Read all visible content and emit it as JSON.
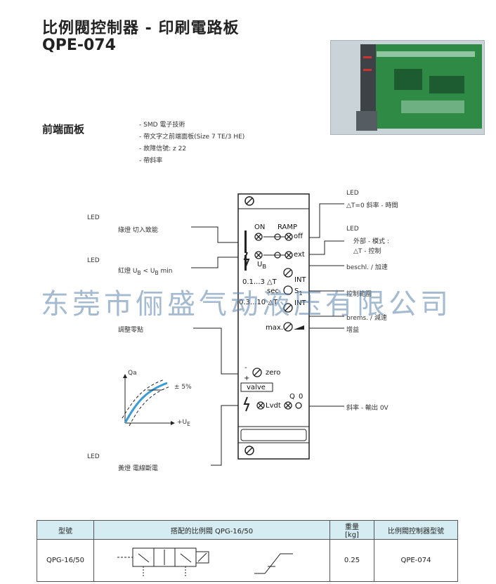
{
  "header": {
    "title": "比例閥控制器 - 印刷電路板",
    "model": "QPE-074"
  },
  "front_panel": {
    "title": "前端面板",
    "features": [
      "- SMD 電子技術",
      "- 帶文字之前端面板(Size 7 TE/3 HE)",
      "- 故障信號: z 22",
      "- 帶斜率"
    ]
  },
  "left_labels": {
    "led1": "LED",
    "led1_desc": "綠燈    切入致能",
    "led2": "LED",
    "led2_desc": "紅燈       U",
    "led2_ub": "B",
    "led2_lt": "<",
    "led2_u": "U",
    "led2_min": "min",
    "adjust_zero": "調整零點",
    "led3": "LED",
    "led3_desc": "黃燈    電線斷電"
  },
  "right_labels": {
    "led_top": "LED",
    "ramp_zero": "△T=0  斜率 - 時間",
    "led_mid": "LED",
    "mode": "外部 - 模式 :",
    "mode2": "△T - 控制",
    "accel": "beschl. / 加速",
    "range": "控制範圍",
    "decel": "brems. / 減速",
    "gain": "增益",
    "ramp_out": "斜率 - 輸出 0V"
  },
  "panel": {
    "on": "ON",
    "ramp": "RAMP",
    "off": "off",
    "ext": "ext",
    "ub": "U",
    "ub_sub": "B",
    "int1": "INT",
    "range1": "0.1...3 △T",
    "sec": "sec",
    "s1": "S",
    "s1_sub": "1",
    "range2": "0.3...10 △T",
    "int2": "INT",
    "max": "max.",
    "zero": "zero",
    "valve": "valve",
    "q": "Q",
    "zero_out": "0",
    "lvdt": "Lvdt",
    "plus": "+",
    "minus": "-"
  },
  "graph": {
    "ylabel": "Qa",
    "xlabel": "+U",
    "xlabel_sub": "E",
    "tolerance": "± 5%"
  },
  "watermark": "东莞市俪盛气动液压有限公司",
  "table": {
    "headers": {
      "model": "型號",
      "valve": "搭配的比例閥  QPG-16/50",
      "weight": "重量",
      "weight_unit": "[kg]",
      "controller": "比例閥控制器型號"
    },
    "rows": [
      {
        "model": "QPG-16/50",
        "weight": "0.25",
        "controller": "QPE-074"
      }
    ]
  }
}
